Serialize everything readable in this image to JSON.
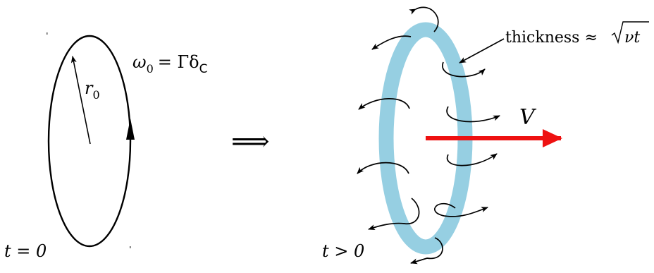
{
  "left_panel": {
    "radius_label": "r",
    "radius_sub": "0",
    "omega_symbol": "ω",
    "omega_sub": "0",
    "omega_rhs_gamma": "= Γδ",
    "omega_rhs_c": "C",
    "time_label": "t = 0"
  },
  "implies_symbol": "⟹",
  "right_panel": {
    "velocity_label": "V",
    "thickness_label": "thickness ≈ ",
    "thickness_sqrt": "νt",
    "time_label": "t > 0"
  },
  "colors": {
    "ring": "#96cfe2",
    "velocity_arrow": "#ee1111",
    "line": "#000000"
  },
  "icons": [
    "implies-arrow-icon",
    "circulation-arrow-icon",
    "swirl-arrow-icon"
  ]
}
